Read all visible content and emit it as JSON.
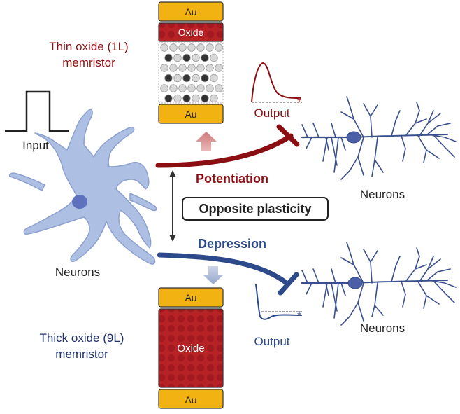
{
  "labels": {
    "top_electrode": "Au",
    "top_oxide": "Oxide",
    "top_bottom_electrode": "Au",
    "bottom_top_electrode": "Au",
    "bottom_oxide": "Oxide",
    "bottom_bottom_electrode": "Au",
    "thin_oxide_line1": "Thin oxide (1L)",
    "thin_oxide_line2": "memristor",
    "thick_oxide_line1": "Thick oxide (9L)",
    "thick_oxide_line2": "memristor",
    "input": "Input",
    "output_top": "Output",
    "output_bottom": "Output",
    "potentiation": "Potentiation",
    "depression": "Depression",
    "opposite_plasticity": "Opposite plasticity",
    "neurons_left": "Neurons",
    "neurons_top_right": "Neurons",
    "neurons_bottom_right": "Neurons"
  },
  "colors": {
    "potentiation": "#8b0f12",
    "depression": "#2c4a8a",
    "electrode": "#f2b312",
    "oxide": "#b41e24",
    "neuron_left_fill": "#aebfe4",
    "neuron_right": "#3a4f8c",
    "text": "#222222"
  }
}
